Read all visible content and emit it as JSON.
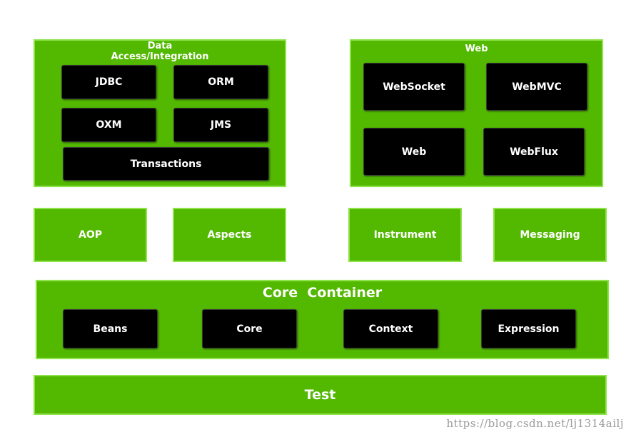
{
  "data_access": {
    "title": "Data\nAccess/Integration",
    "modules": [
      "JDBC",
      "ORM",
      "OXM",
      "JMS",
      "Transactions"
    ]
  },
  "web": {
    "title": "Web",
    "modules": [
      "WebSocket",
      "WebMVC",
      "Web",
      "WebFlux"
    ]
  },
  "middle": [
    "AOP",
    "Aspects",
    "Instrument",
    "Messaging"
  ],
  "core_container": {
    "title": "Core  Container",
    "modules": [
      "Beans",
      "Core",
      "Context",
      "Expression"
    ]
  },
  "test": {
    "title": "Test"
  },
  "watermark": "https://blog.csdn.net/lj1314ailj",
  "colors": {
    "panel_green": "#52b800",
    "panel_border": "#8fe24a",
    "module_black": "#000000",
    "text_white": "#ffffff"
  }
}
